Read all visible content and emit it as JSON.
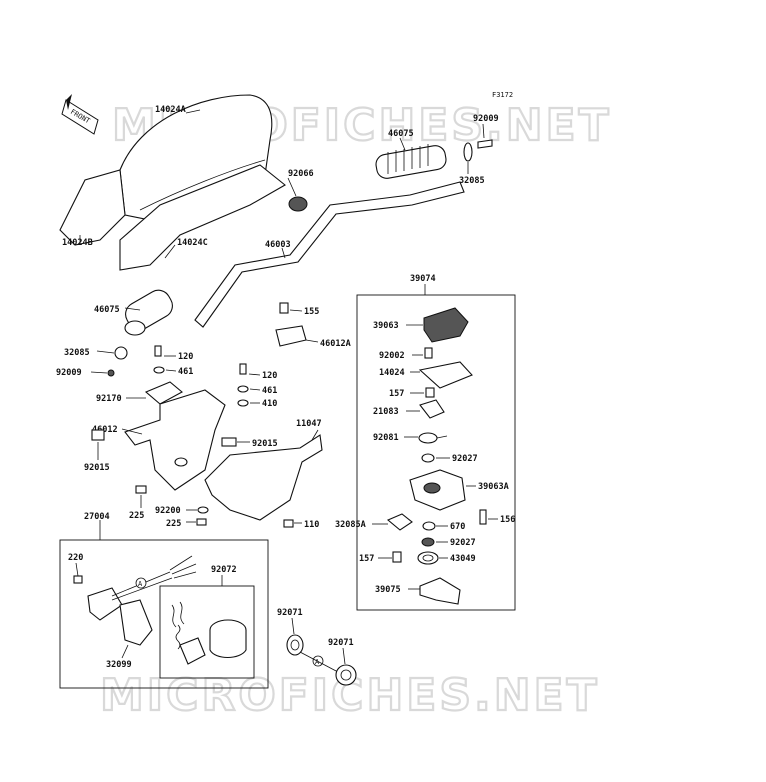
{
  "figure_code": "F3172",
  "watermark": "MICROFICHES.NET",
  "front_arrow": "FRONT",
  "ref_marker": "A",
  "labels": {
    "p14024A": "14024A",
    "p14024B": "14024B",
    "p14024C": "14024C",
    "p92066": "92066",
    "p46075a": "46075",
    "p92009a": "92009",
    "p32085a": "32085",
    "p46003": "46003",
    "p46075b": "46075",
    "p155": "155",
    "p46012A": "46012A",
    "p32085b": "32085",
    "p92009b": "92009",
    "p120a": "120",
    "p461a": "461",
    "p120b": "120",
    "p461b": "461",
    "p410": "410",
    "p92170": "92170",
    "p46012": "46012",
    "p92015a": "92015",
    "p92015b": "92015",
    "p11047": "11047",
    "p225a": "225",
    "p92200": "92200",
    "p225b": "225",
    "p110": "110",
    "p27004": "27004",
    "p220": "220",
    "p92072": "92072",
    "p32099": "32099",
    "p92071a": "92071",
    "p92071b": "92071",
    "p39074": "39074",
    "p39063": "39063",
    "p92002": "92002",
    "p14024": "14024",
    "p157a": "157",
    "p21083": "21083",
    "p92081": "92081",
    "p92027a": "92027",
    "p39063A": "39063A",
    "p32085A": "32085A",
    "p670": "670",
    "p156": "156",
    "p92027b": "92027",
    "p157b": "157",
    "p43049": "43049",
    "p39075": "39075"
  }
}
